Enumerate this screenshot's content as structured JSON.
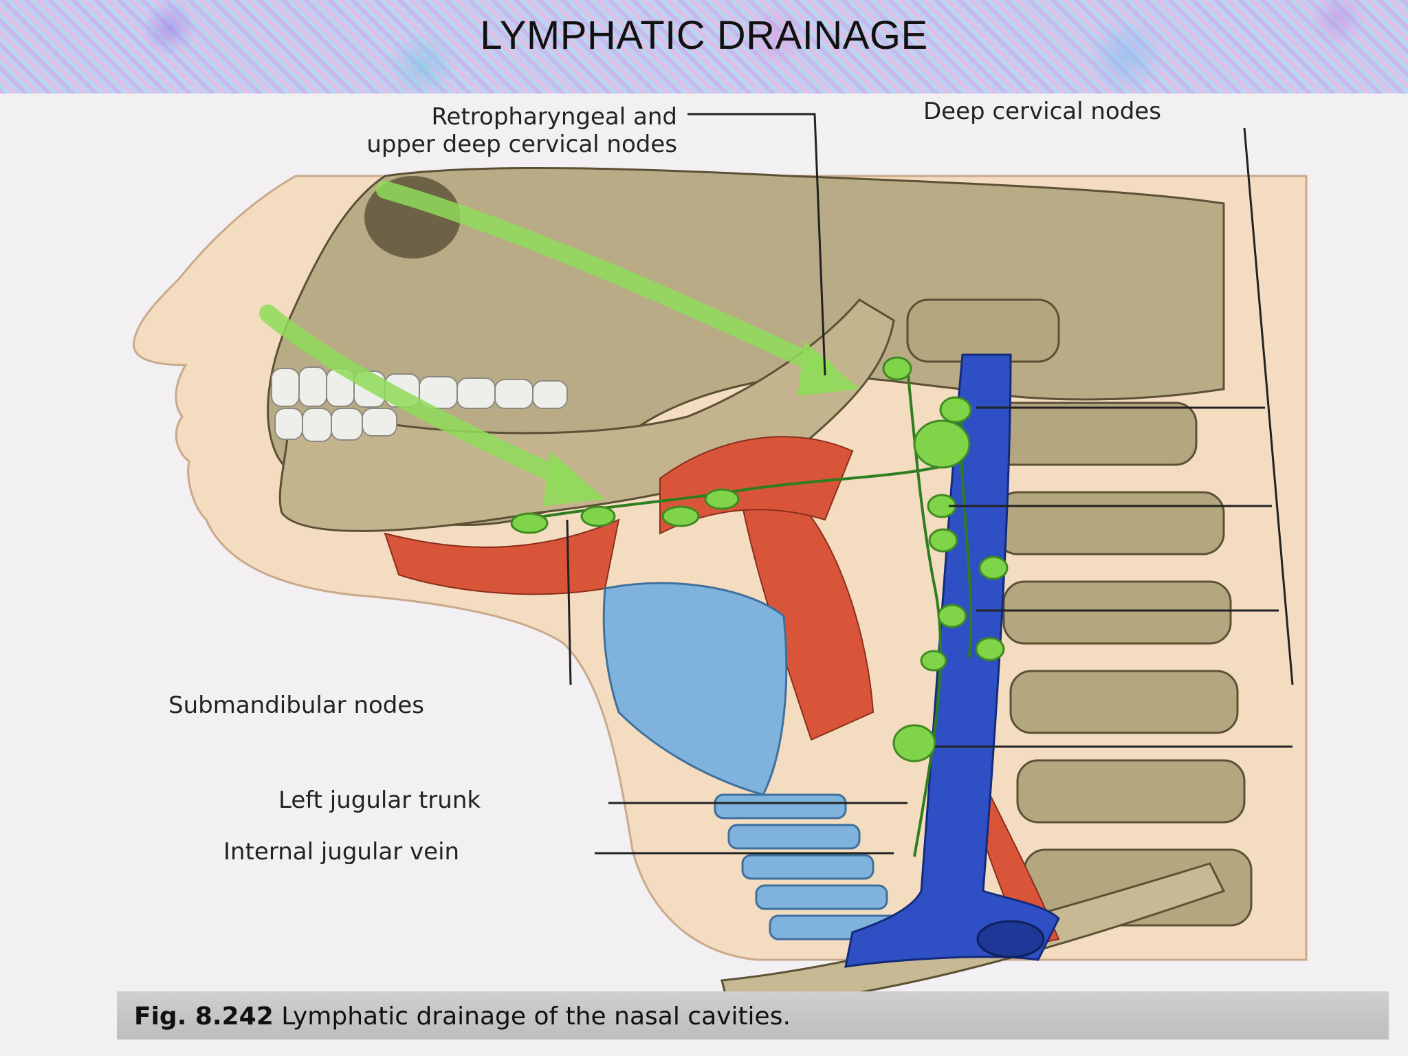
{
  "slide": {
    "title": "LYMPHATIC DRAINAGE"
  },
  "labels": {
    "retropharyngeal_line1": "Retropharyngeal and",
    "retropharyngeal_line2": "upper deep cervical nodes",
    "deep_cervical": "Deep cervical nodes",
    "submandibular": "Submandibular nodes",
    "left_jugular_trunk": "Left jugular trunk",
    "internal_jugular_vein": "Internal jugular vein"
  },
  "caption": {
    "fig_number": "Fig. 8.242",
    "text": "Lymphatic drainage of the nasal cavities."
  },
  "colors": {
    "bone": "#b9ab86",
    "skin": "#f3dcc0",
    "muscle": "#d9553a",
    "vein": "#2f4fc4",
    "node": "#7fd44a",
    "cartilage": "#7fb3de",
    "arrow": "#8fdc5a"
  }
}
